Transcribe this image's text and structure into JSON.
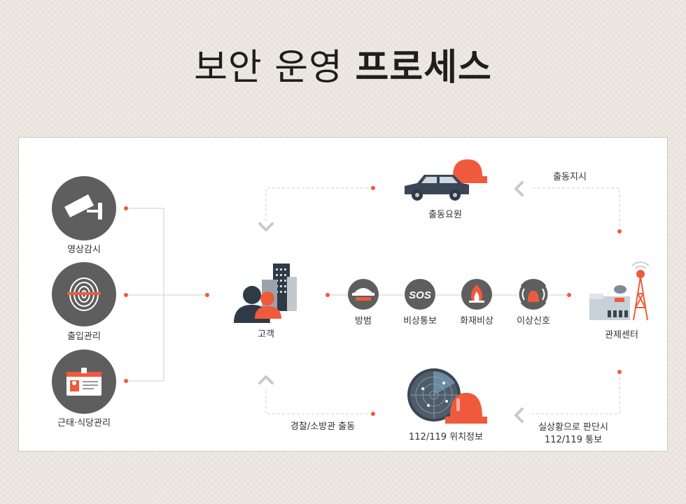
{
  "title": {
    "light": "보안 운영",
    "bold": "프로세스"
  },
  "sources": [
    {
      "label": "영상감시",
      "icon": "cctv-camera-icon"
    },
    {
      "label": "출입관리",
      "icon": "fingerprint-icon"
    },
    {
      "label": "근태·식당관리",
      "icon": "id-card-icon"
    }
  ],
  "customer": {
    "label": "고객",
    "icon": "customer-building-icon"
  },
  "events": [
    {
      "label": "방범",
      "icon": "burglar-mask-icon"
    },
    {
      "label": "비상통보",
      "icon": "sos-icon",
      "text": "SOS"
    },
    {
      "label": "화재비상",
      "icon": "fire-icon"
    },
    {
      "label": "이상신호",
      "icon": "signal-alarm-icon"
    }
  ],
  "control_center": {
    "label": "관제센터",
    "icon": "control-center-antenna-icon"
  },
  "dispatch": {
    "label": "출동요원",
    "instruction": "출동지시",
    "icon": "patrol-car-siren-icon"
  },
  "location": {
    "label": "112/119 위치정보",
    "icon": "radar-siren-icon"
  },
  "report": {
    "line1": "실상황으로 판단시",
    "line2": "112/119 통보"
  },
  "police_fire": {
    "label": "경찰/소방관 출동"
  },
  "colors": {
    "accent": "#ef5a3c",
    "icon_dark": "#5e5e5e",
    "connector": "#cfcfcf",
    "chevron": "#c9c9c9"
  }
}
